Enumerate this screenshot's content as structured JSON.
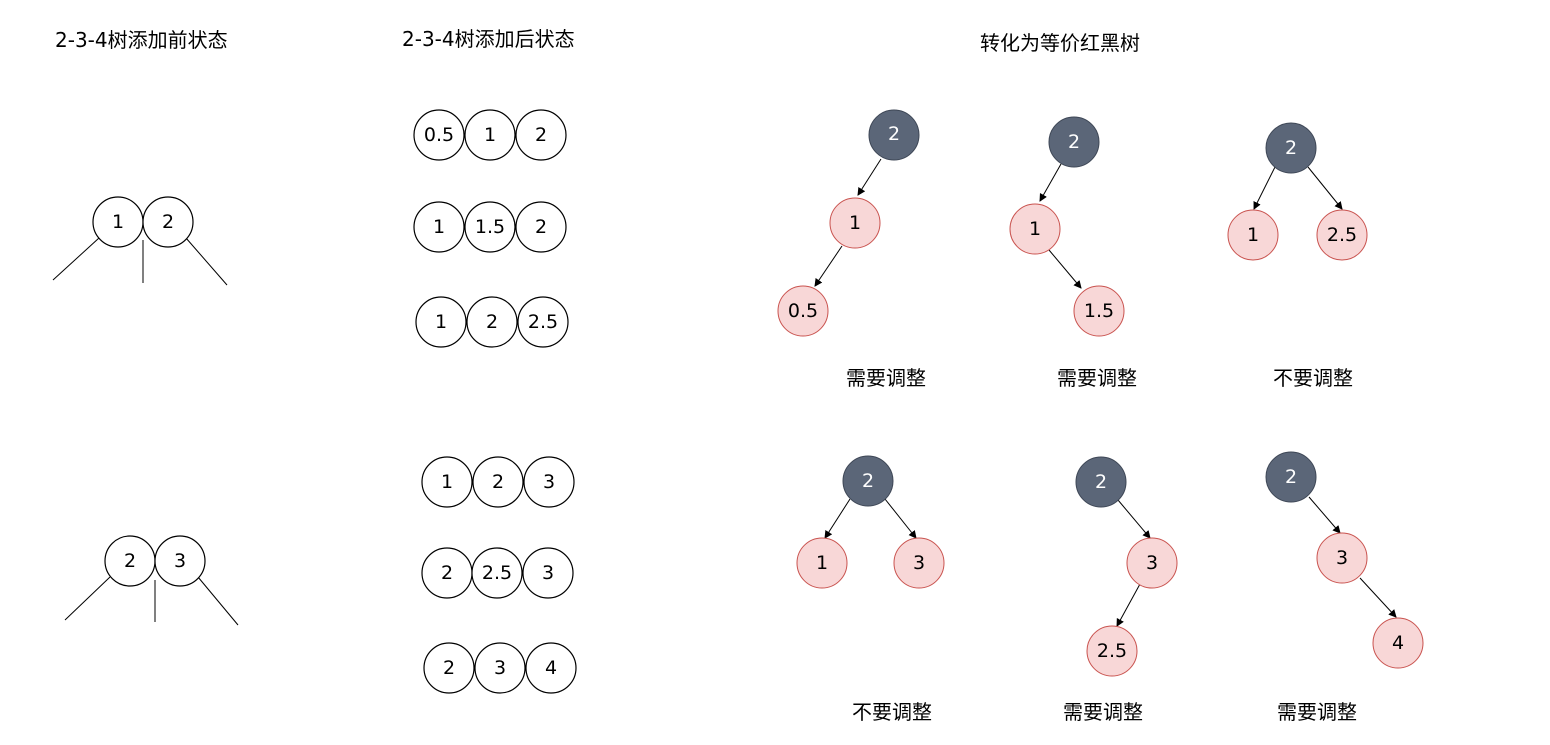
{
  "titles": {
    "before": "2-3-4树添加前状态",
    "after": "2-3-4树添加后状态",
    "convert": "转化为等价红黑树"
  },
  "before_trees": [
    {
      "keys": [
        "1",
        "2"
      ]
    },
    {
      "keys": [
        "2",
        "3"
      ]
    }
  ],
  "after_nodes": [
    [
      "0.5",
      "1",
      "2"
    ],
    [
      "1",
      "1.5",
      "2"
    ],
    [
      "1",
      "2",
      "2.5"
    ],
    [
      "1",
      "2",
      "3"
    ],
    [
      "2",
      "2.5",
      "3"
    ],
    [
      "2",
      "3",
      "4"
    ]
  ],
  "rb_trees": [
    {
      "root": "2",
      "child": "1",
      "grandchild": "0.5",
      "label": "需要调整"
    },
    {
      "root": "2",
      "child": "1",
      "grandchild": "1.5",
      "label": "需要调整"
    },
    {
      "root": "2",
      "left": "1",
      "right": "2.5",
      "label": "不要调整"
    },
    {
      "root": "2",
      "left": "1",
      "right": "3",
      "label": "不要调整"
    },
    {
      "root": "2",
      "child": "3",
      "grandchild": "2.5",
      "label": "需要调整"
    },
    {
      "root": "2",
      "child": "3",
      "grandchild": "4",
      "label": "需要调整"
    }
  ],
  "colors": {
    "black_node": "#5b6678",
    "red_node_fill": "#f8d7d7",
    "red_node_stroke": "#c9534f"
  }
}
